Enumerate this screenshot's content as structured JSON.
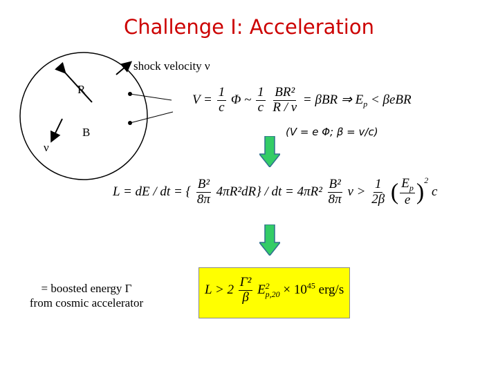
{
  "title": "Challenge I: Acceleration",
  "labels": {
    "shock_velocity": "shock velocity ν",
    "R": "R",
    "B": "B",
    "nu": "ν",
    "relation": "(V = e Φ; β = v/c)",
    "boosted_line1": "= boosted energy Γ",
    "boosted_line2": "from cosmic accelerator"
  },
  "equation1": {
    "lhs": "V =",
    "frac1_num": "1",
    "frac1_den": "c",
    "phi_part": "Φ ~",
    "frac2_num": "1",
    "frac2_den": "c",
    "frac3_num": "BR²",
    "frac3_den": "R / ν",
    "tail": "= βBR ⇒ E",
    "tail_sub": "p",
    "tail2": "< βeBR"
  },
  "equation2": {
    "lhs": "L = dE / dt = {",
    "f1_num": "B²",
    "f1_den": "8π",
    "mid": "4πR²dR} / dt = 4πR²",
    "f2_num": "B²",
    "f2_den": "8π",
    "mid2": "ν >",
    "f3_num": "1",
    "f3_den": "2β",
    "paren_num": "E",
    "paren_num_sub": "p",
    "paren_den": "e",
    "exp": "2",
    "tail": "c"
  },
  "equation3": {
    "lhs": "L > 2",
    "f_num": "Γ²",
    "f_den": "β",
    "e": "E",
    "e_sub": "p,20",
    "e_sup": "2",
    "times": "× 10",
    "pow": "45",
    "unit": "erg/s"
  },
  "colors": {
    "title": "#cc0000",
    "arrow_fill": "#33cc66",
    "arrow_stroke": "#2f6f8f",
    "result_bg": "#ffff00"
  }
}
